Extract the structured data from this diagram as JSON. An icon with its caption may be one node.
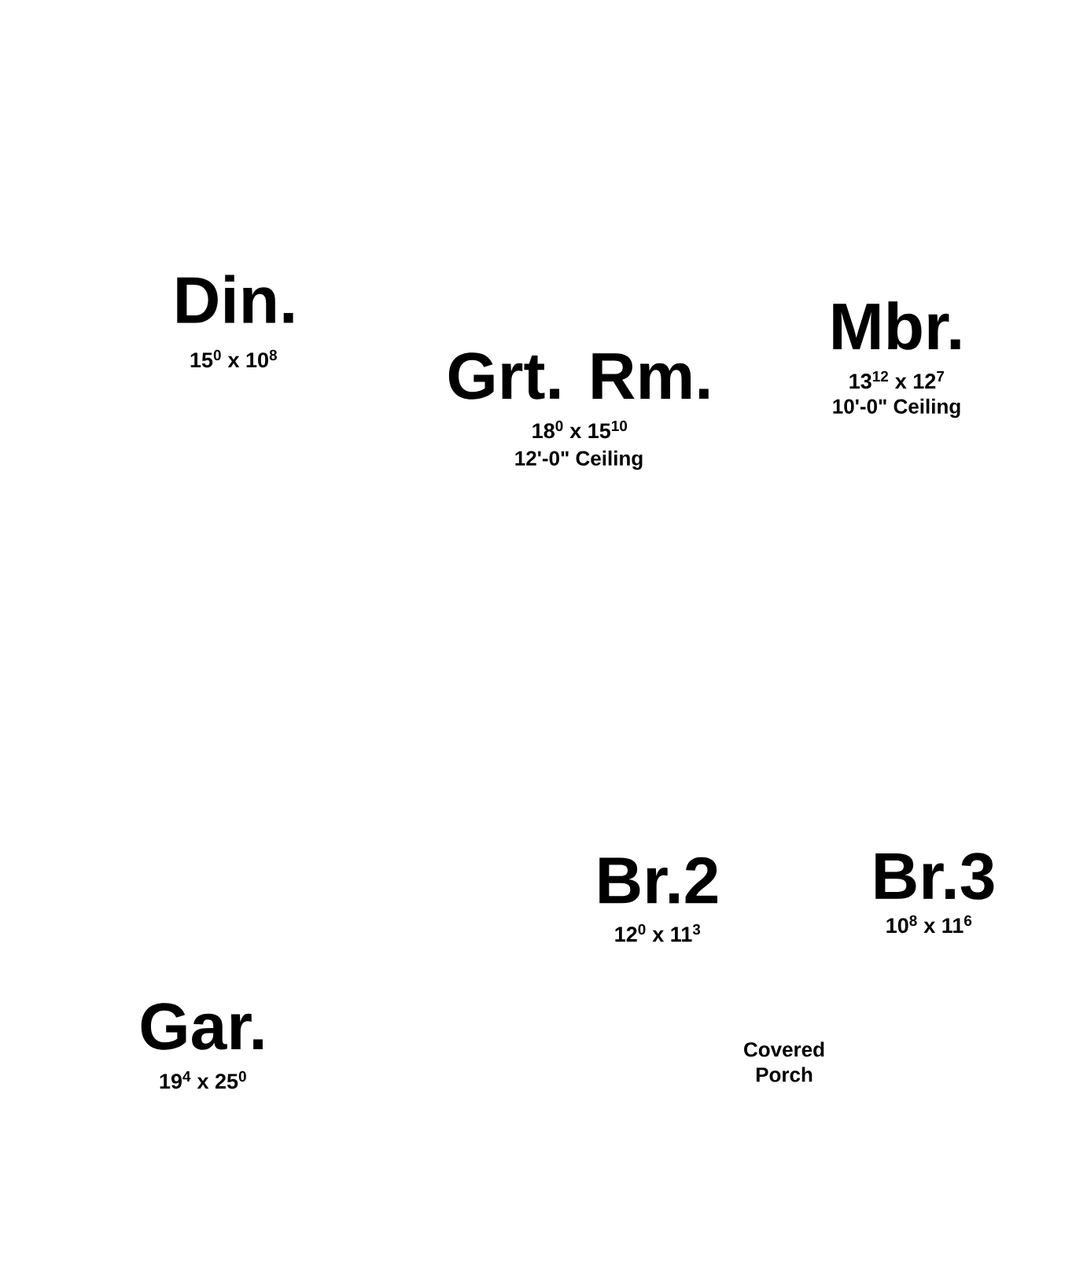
{
  "diagram": {
    "labels": [
      "Din.",
      "15$^{0}$ x 10$^{8}$",
      "Grt. Rm.",
      "18$^{0}$ x 15$^{10}$",
      "12'-0\" Ceiling",
      "Mbr.",
      "13$^{12}$ x 12$^{7}$",
      "10'-0\" Ceiling",
      "Br.2",
      "12$^{0}$ x 11$^{3}$",
      "Br.3",
      "10$^{8}$ x 11$^{6}$",
      "Gar.",
      "19$^{4}$ x 25$^{0}$",
      "Covered Porch"
    ]
  }
}
